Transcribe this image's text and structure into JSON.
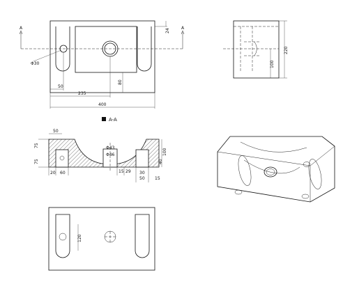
{
  "section_label": "A-A",
  "top_view": {
    "dims": [
      "24",
      "Φ30",
      "50",
      "235",
      "80",
      "400",
      "A",
      "A"
    ]
  },
  "side_view": {
    "dims": [
      "220",
      "100"
    ]
  },
  "section_view": {
    "dims": [
      "50",
      "75",
      "75",
      "20",
      "60",
      "Φ43",
      "Φ46",
      "15",
      "29",
      "30",
      "50",
      "15",
      "40",
      "100"
    ]
  },
  "bottom_view": {
    "dims": [
      "120"
    ]
  }
}
